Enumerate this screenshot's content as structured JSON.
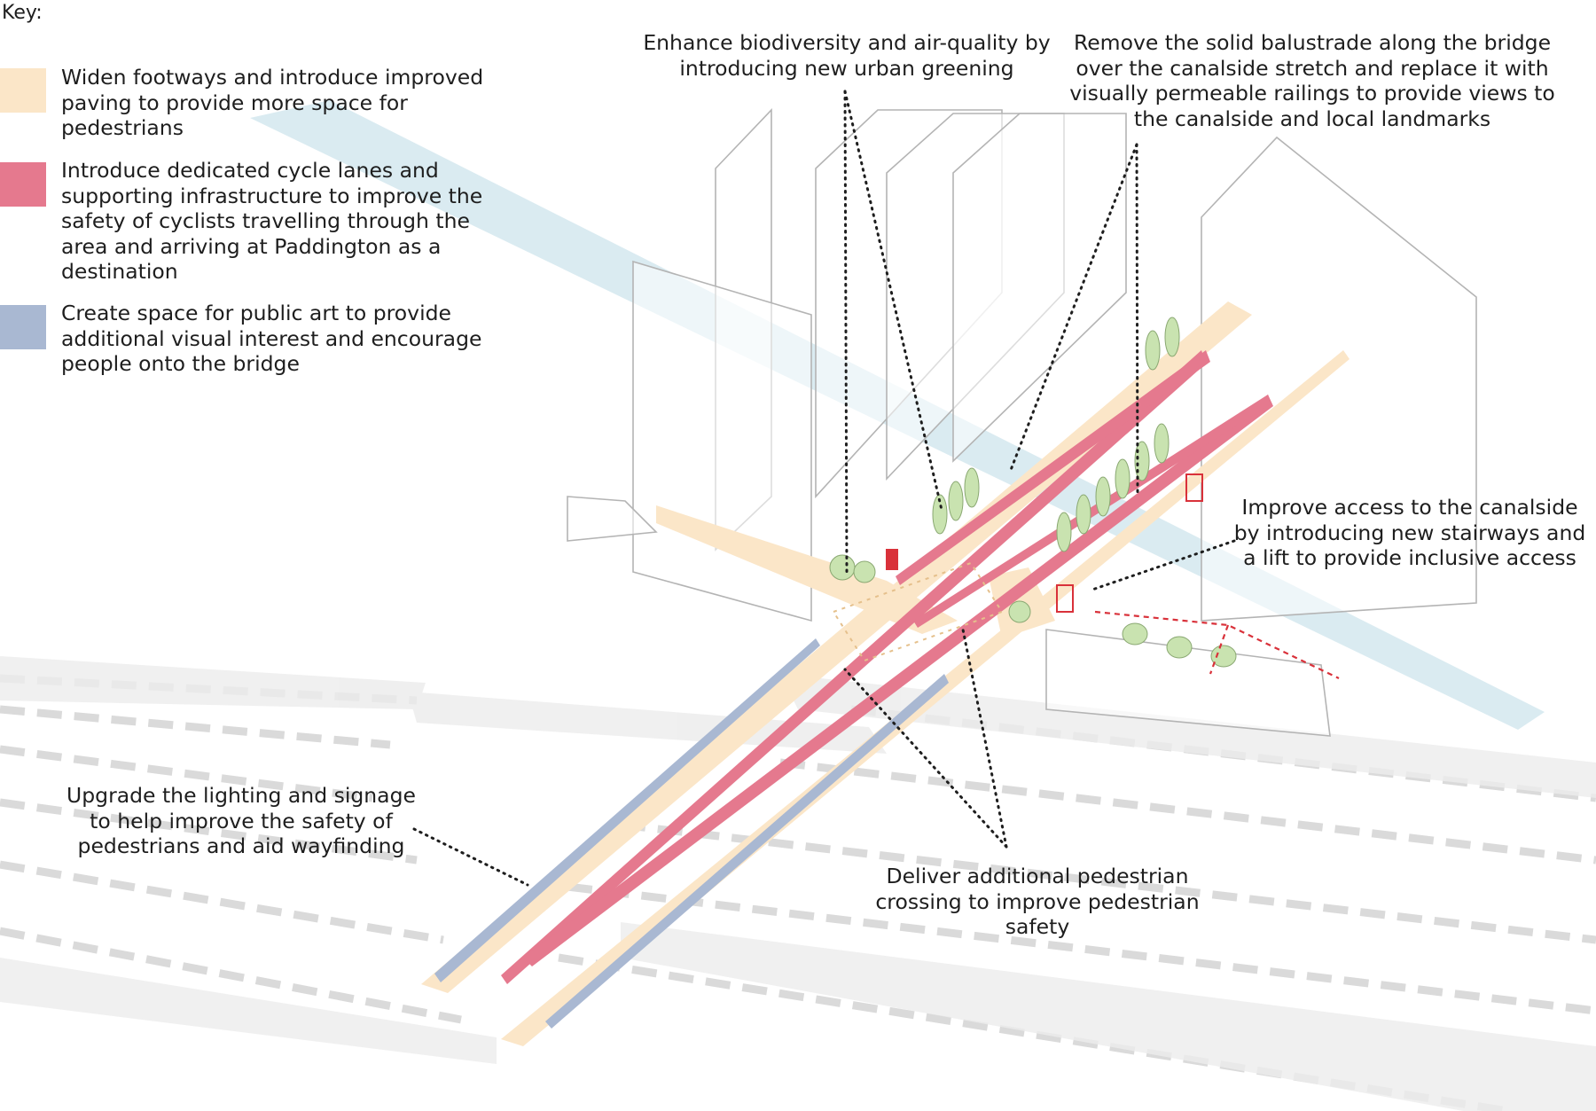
{
  "colors": {
    "footway": "#fbe6c8",
    "cycle_lane": "#e5798e",
    "public_art": "#a9b8d2",
    "canal": "#d4e8ee",
    "greening": "#c9e3b0",
    "access_red": "#d9313a",
    "building_line": "#b4b4b4",
    "text": "#1e1e1e"
  },
  "key": {
    "title": "Key:",
    "items": [
      {
        "color": "#fbe6c8",
        "text": "Widen footways and introduce improved paving to provide more space for pedestrians"
      },
      {
        "color": "#e5798e",
        "text": "Introduce dedicated cycle lanes and supporting infrastructure to improve the safety of cyclists travelling through the area and arriving at Paddington as a destination"
      },
      {
        "color": "#a9b8d2",
        "text": "Create space for public art to provide additional visual interest and encourage people onto the bridge"
      }
    ]
  },
  "annotations": {
    "urban_greening": "Enhance biodiversity and air-quality by\nintroducing new urban greening",
    "balustrade": "Remove the solid balustrade along the bridge\nover the canalside stretch and replace it with\nvisually permeable railings to provide views to\nthe canalside and local landmarks",
    "canalside_access": "Improve access to the canalside\nby introducing new stairways and\na lift to provide inclusive access",
    "lighting": "Upgrade the lighting and signage\nto help improve the safety of\npedestrians and aid wayfinding",
    "crossing": "Deliver additional pedestrian\ncrossing to improve pedestrian\nsafety"
  },
  "scene": {
    "elements": [
      "railway-tracks",
      "canal",
      "buildings",
      "bridge-deck",
      "footways",
      "cycle-lanes",
      "public-art-strips",
      "trees",
      "pedestrian-crossing",
      "stairways-and-lift",
      "access-route-arrows",
      "leader-lines"
    ]
  }
}
